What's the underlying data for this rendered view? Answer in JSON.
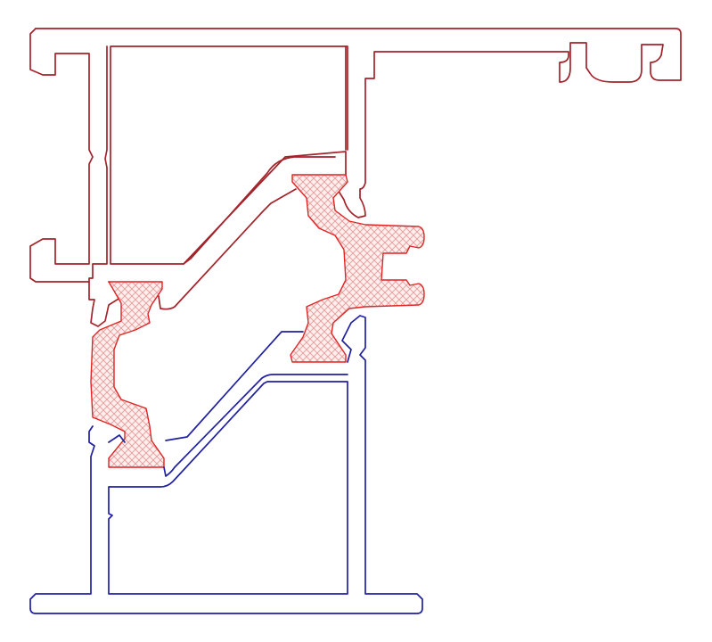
{
  "drawing": {
    "kind": "aluminium thermal-break profile section",
    "parts": [
      {
        "name": "outer-frame-profile",
        "material": "aluminium",
        "stroke_color": "#a3232a"
      },
      {
        "name": "inner-frame-profile",
        "material": "aluminium",
        "stroke_color": "#1f1fa3"
      },
      {
        "name": "upper-thermal-break-strip",
        "material": "polyamide",
        "fill_pattern": "cross-hatch",
        "stroke_color": "#e02424",
        "hatch_color": "#e8a0a0"
      },
      {
        "name": "lower-thermal-break-strip",
        "material": "polyamide",
        "fill_pattern": "cross-hatch",
        "stroke_color": "#e02424",
        "hatch_color": "#e8a0a0"
      }
    ],
    "background": "#ffffff"
  }
}
